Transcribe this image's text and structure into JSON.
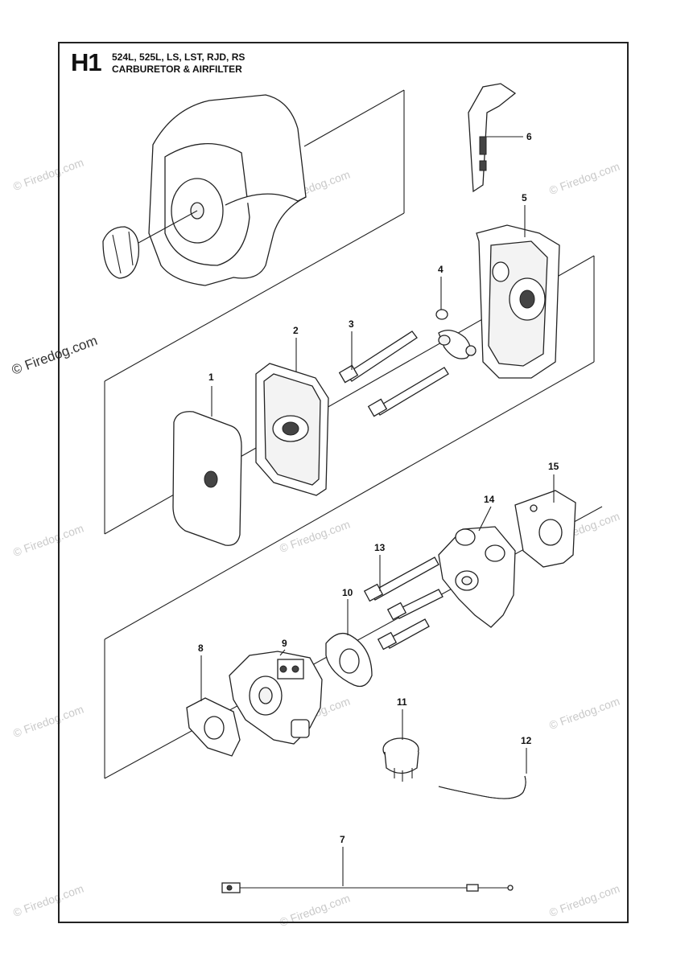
{
  "header": {
    "section_code": "H1",
    "models": "524L, 525L, LS, LST, RJD, RS",
    "title": "CARBURETOR & AIRFILTER"
  },
  "watermark": {
    "text": "© Firedog.com",
    "side_text": "© Firedog.com"
  },
  "callouts": [
    "1",
    "2",
    "3",
    "4",
    "5",
    "6",
    "7",
    "8",
    "9",
    "10",
    "11",
    "12",
    "13",
    "14",
    "15"
  ]
}
